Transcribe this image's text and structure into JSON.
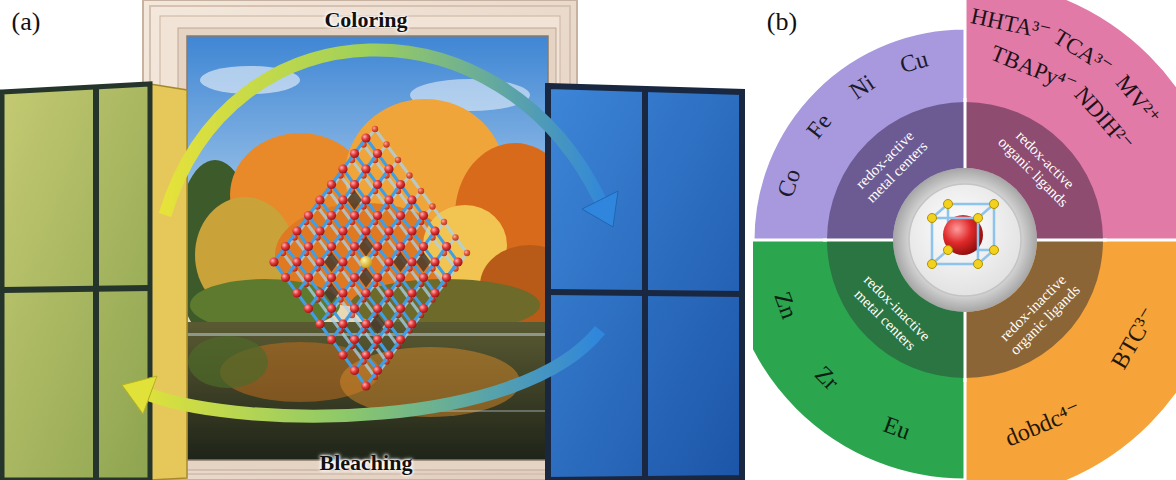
{
  "diagram": {
    "nodes": [
      {
        "text": [
          "Cu",
          "Ni",
          "Fe",
          "Co"
        ]
      },
      {
        "text": [
          "redox-active metal centers"
        ],
        "in": 0
      },
      {
        "text": [
          "HHTA³⁻",
          "TCA³⁻",
          "MV²⁺",
          "TBAPy⁴⁻",
          "NDIH²⁻"
        ]
      },
      {
        "text": [
          "redox-active organic ligands"
        ],
        "in": 2
      },
      {
        "text": [
          "Zn",
          "Zr",
          "Eu"
        ]
      },
      {
        "text": [
          "redox-inactive metal centers"
        ],
        "in": 4
      },
      {
        "text": [
          "dobdc⁴⁻",
          "BTC³⁻"
        ]
      },
      {
        "text": [
          "redox-inactive organic ligands"
        ],
        "in": 6
      }
    ],
    "labels": [
      "(a)",
      "Coloring",
      "Bleaching",
      "(b)"
    ]
  }
}
